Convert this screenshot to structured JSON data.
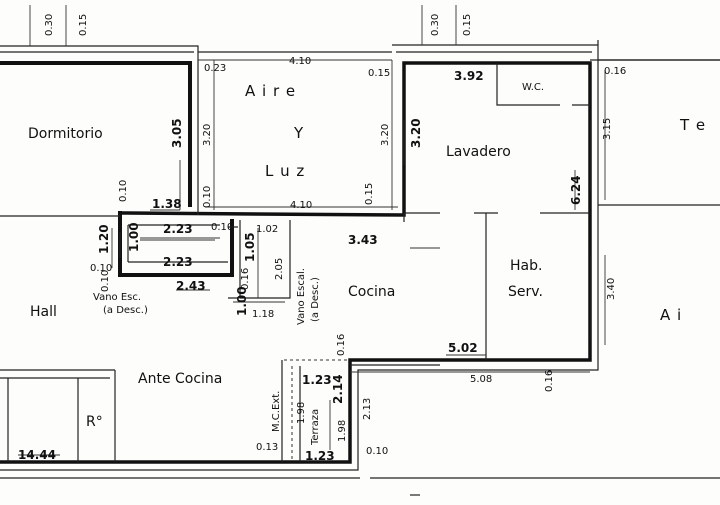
{
  "rooms": {
    "dormitorio": "Dormitorio",
    "aire": "A i r e",
    "y": "Y",
    "luz": "L u z",
    "lavadero": "Lavadero",
    "wc": "W.C.",
    "hall": "Hall",
    "cocina": "Cocina",
    "hab": "Hab.",
    "serv": "Serv.",
    "ante_cocina": "Ante Cocina",
    "ro": "R°",
    "te": "T e",
    "a_right": "A   i",
    "terraza": "Terraza",
    "mc_ext": "M.C.Ext."
  },
  "notes": {
    "vano_esc_1": "Vano Esc.",
    "vano_esc_2": "(a Desc.)",
    "vano_escal_1": "Vano Escal.",
    "vano_escal_2": "(a Desc.)"
  },
  "dims": {
    "top_030_a": "0.30",
    "top_015_a": "0.15",
    "top_030_b": "0.30",
    "top_015_b": "0.15",
    "d_023": "0.23",
    "d_410_top": "4.10",
    "d_015_mid": "0.15",
    "d_392": "3.92",
    "d_016_right": "0.16",
    "d_305": "3.05",
    "d_320_a": "3.20",
    "d_320_b": "3.20",
    "d_320_c": "3.20",
    "d_315": "3.15",
    "d_624": "6.24",
    "d_138": "1.38",
    "d_010_a": "0.10",
    "d_010_b": "0.10",
    "d_015_b": "0.15",
    "d_410_mid": "4.10",
    "d_120": "1.20",
    "d_010_c": "0.10",
    "d_223_a": "2.23",
    "d_010_d": "0.10",
    "d_102": "1.02",
    "d_100": "1.00",
    "d_223_b": "2.23",
    "d_105": "1.05",
    "d_343": "3.43",
    "d_010_e": "0.10",
    "d_243": "2.43",
    "d_016_a": "0.16",
    "d_205": "2.05",
    "d_100_b": "1.00",
    "d_118": "1.18",
    "d_340": "3.40",
    "d_502": "5.02",
    "d_016_b": "0.16",
    "d_508": "5.08",
    "d_016_c": "0.16",
    "d_123_a": "1.23",
    "d_198_a": "1.98",
    "d_214": "2.14",
    "d_213": "2.13",
    "d_198_b": "1.98",
    "d_013": "0.13",
    "d_123_b": "1.23",
    "d_010_f": "0.10",
    "d_1444": "14.44"
  }
}
